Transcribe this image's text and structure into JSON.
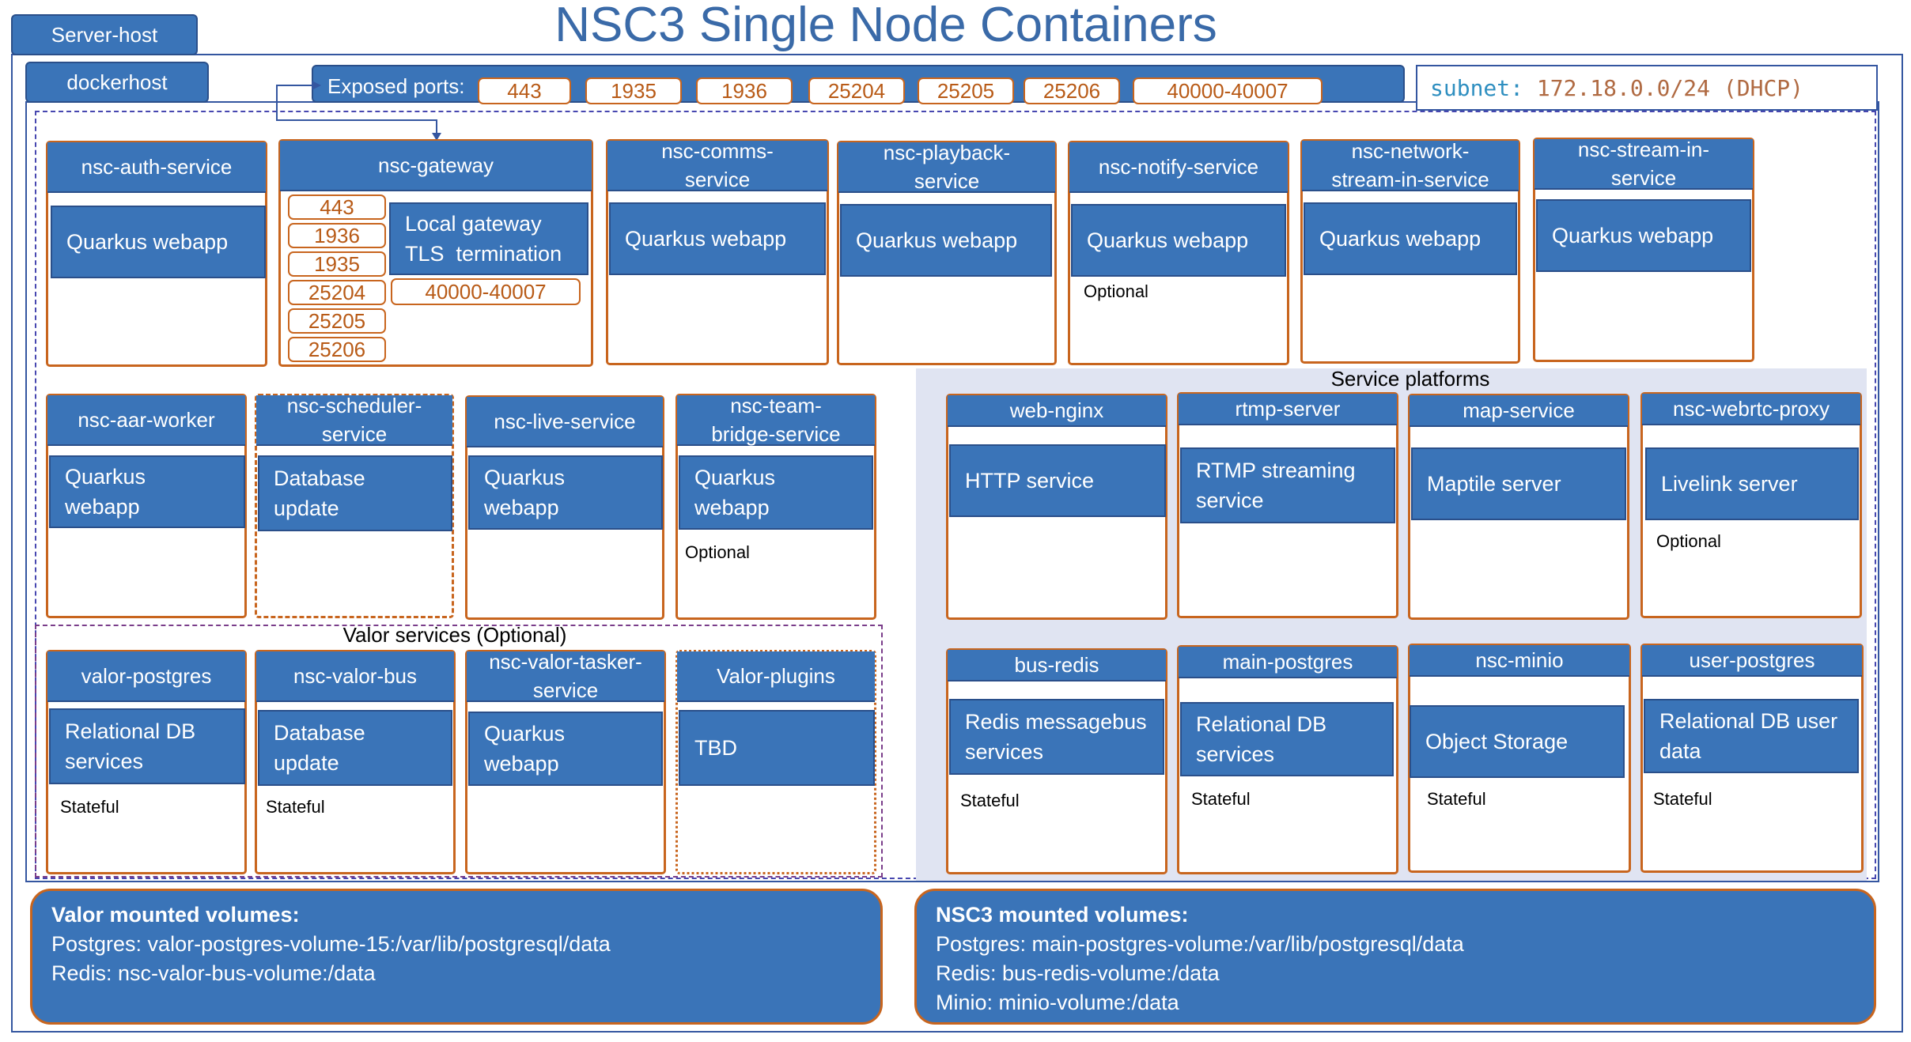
{
  "title": "NSC3 Single Node Containers",
  "server_host": "Server-host",
  "dockerhost": "dockerhost",
  "exposed_ports": {
    "label": "Exposed ports:",
    "ports": [
      "443",
      "1935",
      "1936",
      "25204",
      "25205",
      "25206",
      "40000-40007"
    ]
  },
  "subnet": {
    "key": "subnet:",
    "value": " 172.18.0.0/24 (DHCP)"
  },
  "services_row1": [
    {
      "name": "nsc-auth-service",
      "body": "Quarkus webapp"
    },
    {
      "name": "nsc-gateway"
    },
    {
      "name": "nsc-comms-\nservice",
      "body": "Quarkus webapp"
    },
    {
      "name": "nsc-playback-\nservice",
      "body": "Quarkus webapp"
    },
    {
      "name": "nsc-notify-service",
      "body": "Quarkus webapp",
      "note": "Optional"
    },
    {
      "name": "nsc-network-\nstream-in-service",
      "body": "Quarkus webapp"
    },
    {
      "name": "nsc-stream-in-\nservice",
      "body": "Quarkus webapp"
    }
  ],
  "gateway": {
    "ports_left": [
      "443",
      "1936",
      "1935",
      "25204",
      "25205",
      "25206"
    ],
    "local": "Local gateway\nTLS  termination",
    "port_range": "40000-40007"
  },
  "services_row2": [
    {
      "name": "nsc-aar-worker",
      "body": "Quarkus\nwebapp"
    },
    {
      "name": "nsc-scheduler-\nservice",
      "body": "Database\nupdate"
    },
    {
      "name": "nsc-live-service",
      "body": "Quarkus\nwebapp"
    },
    {
      "name": "nsc-team-\nbridge-service",
      "body": "Quarkus\nwebapp",
      "note": "Optional"
    }
  ],
  "valor": {
    "label": "Valor services (Optional)",
    "services": [
      {
        "name": "valor-postgres",
        "body": "Relational DB\nservices",
        "note": "Stateful"
      },
      {
        "name": "nsc-valor-bus",
        "body": "Database\nupdate",
        "note": "Stateful"
      },
      {
        "name": "nsc-valor-tasker-\nservice",
        "body": "Quarkus\nwebapp"
      },
      {
        "name": "Valor-plugins",
        "body": "TBD"
      }
    ]
  },
  "platforms": {
    "label": "Service platforms",
    "row1": [
      {
        "name": "web-nginx",
        "body": "HTTP service"
      },
      {
        "name": "rtmp-server",
        "body": "RTMP streaming\nservice"
      },
      {
        "name": "map-service",
        "body": "Maptile server"
      },
      {
        "name": "nsc-webrtc-proxy",
        "body": "Livelink server",
        "note": "Optional"
      }
    ],
    "row2": [
      {
        "name": "bus-redis",
        "body": "Redis messagebus\nservices",
        "note": "Stateful"
      },
      {
        "name": "main-postgres",
        "body": "Relational DB\nservices",
        "note": "Stateful"
      },
      {
        "name": "nsc-minio",
        "body": "Object Storage",
        "note": "Stateful"
      },
      {
        "name": "user-postgres",
        "body": "Relational DB user\ndata",
        "note": "Stateful"
      }
    ]
  },
  "valor_volumes": {
    "title": "Valor mounted volumes:",
    "lines": [
      "Postgres: valor-postgres-volume-15:/var/lib/postgresql/data",
      "Redis: nsc-valor-bus-volume:/data"
    ]
  },
  "nsc3_volumes": {
    "title": "NSC3 mounted volumes:",
    "lines": [
      "Postgres: main-postgres-volume:/var/lib/postgresql/data",
      "Redis: bus-redis-volume:/data",
      "Minio: minio-volume:/data"
    ]
  },
  "colors": {
    "box_blue": "#3a74b8",
    "border_orange": "#c8651e",
    "title_blue": "#3a6aa8",
    "panel": "#e0e4f2"
  }
}
